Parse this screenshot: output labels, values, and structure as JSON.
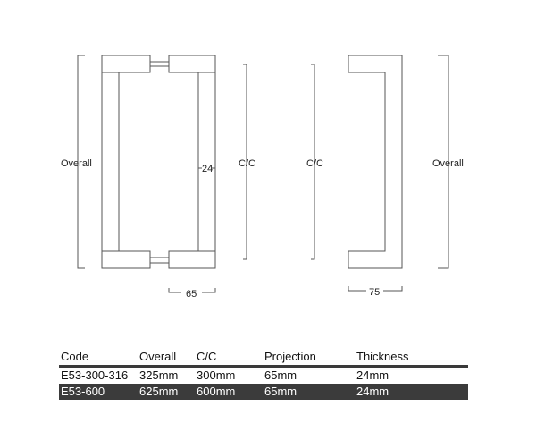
{
  "drawing": {
    "front_view": {
      "overall_label": "Overall",
      "cc_label": "C/C",
      "thickness_label": "24",
      "projection_label": "65"
    },
    "side_view": {
      "cc_label": "C/C",
      "overall_label": "Overall",
      "projection_label": "75"
    },
    "line_color": "#555555"
  },
  "table": {
    "headers": [
      "Code",
      "Overall",
      "C/C",
      "Projection",
      "Thickness"
    ],
    "rows": [
      [
        "E53-300-316",
        "325mm",
        "300mm",
        "65mm",
        "24mm"
      ],
      [
        "E53-600",
        "625mm",
        "600mm",
        "65mm",
        "24mm"
      ]
    ],
    "highlight_color": "#3b3b3b"
  }
}
